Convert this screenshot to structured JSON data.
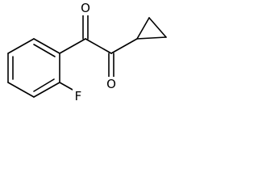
{
  "structure": {
    "atoms": [
      {
        "id": "O1",
        "label": "O"
      },
      {
        "id": "O2",
        "label": "O"
      },
      {
        "id": "F",
        "label": "F"
      }
    ]
  }
}
